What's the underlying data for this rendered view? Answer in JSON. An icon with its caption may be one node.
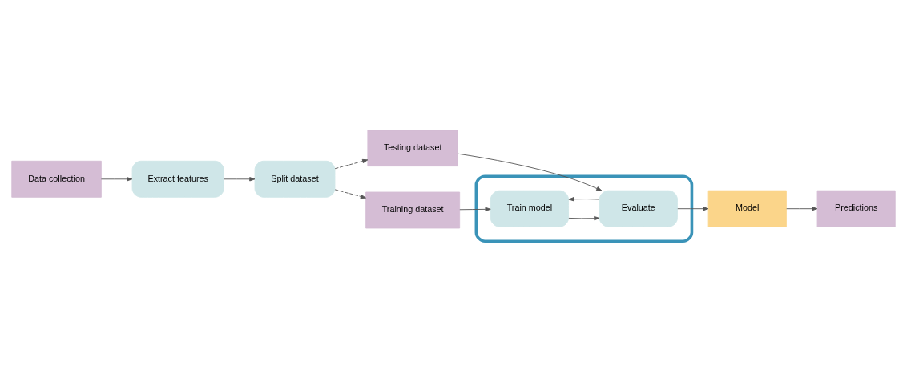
{
  "diagram": {
    "nodes": [
      {
        "text": [
          "Data collection"
        ]
      },
      {
        "text": [
          "Testing dataset"
        ]
      },
      {
        "text": [
          "Extract features"
        ]
      },
      {
        "text": [
          "Split dataset"
        ]
      },
      {
        "text": [
          "Training dataset"
        ]
      },
      {
        "text": [],
        "shape": "ellipse"
      },
      {
        "text": [
          "Train model"
        ],
        "in": 5
      },
      {
        "text": [
          "Evaluate"
        ],
        "in": 5
      },
      {
        "text": [
          "Model"
        ]
      },
      {
        "text": [
          "Predictions"
        ]
      }
    ],
    "edges": [
      {
        "from": 0,
        "to": 2,
        "arrow": "to"
      },
      {
        "from": 2,
        "to": 3,
        "arrow": "to"
      },
      {
        "from": 3,
        "to": 1,
        "arrow": "to",
        "style": "dashed"
      },
      {
        "from": 3,
        "to": 4,
        "arrow": "to",
        "style": "dashed"
      },
      {
        "from": 4,
        "to": 6,
        "arrow": "to"
      },
      {
        "from": 6,
        "to": 7,
        "arrow": "to"
      },
      {
        "from": 7,
        "to": 6,
        "arrow": "to"
      },
      {
        "from": 1,
        "to": 7,
        "arrow": "to"
      },
      {
        "from": 7,
        "to": 8,
        "arrow": "to"
      },
      {
        "from": 8,
        "to": 9,
        "arrow": "to"
      }
    ]
  }
}
